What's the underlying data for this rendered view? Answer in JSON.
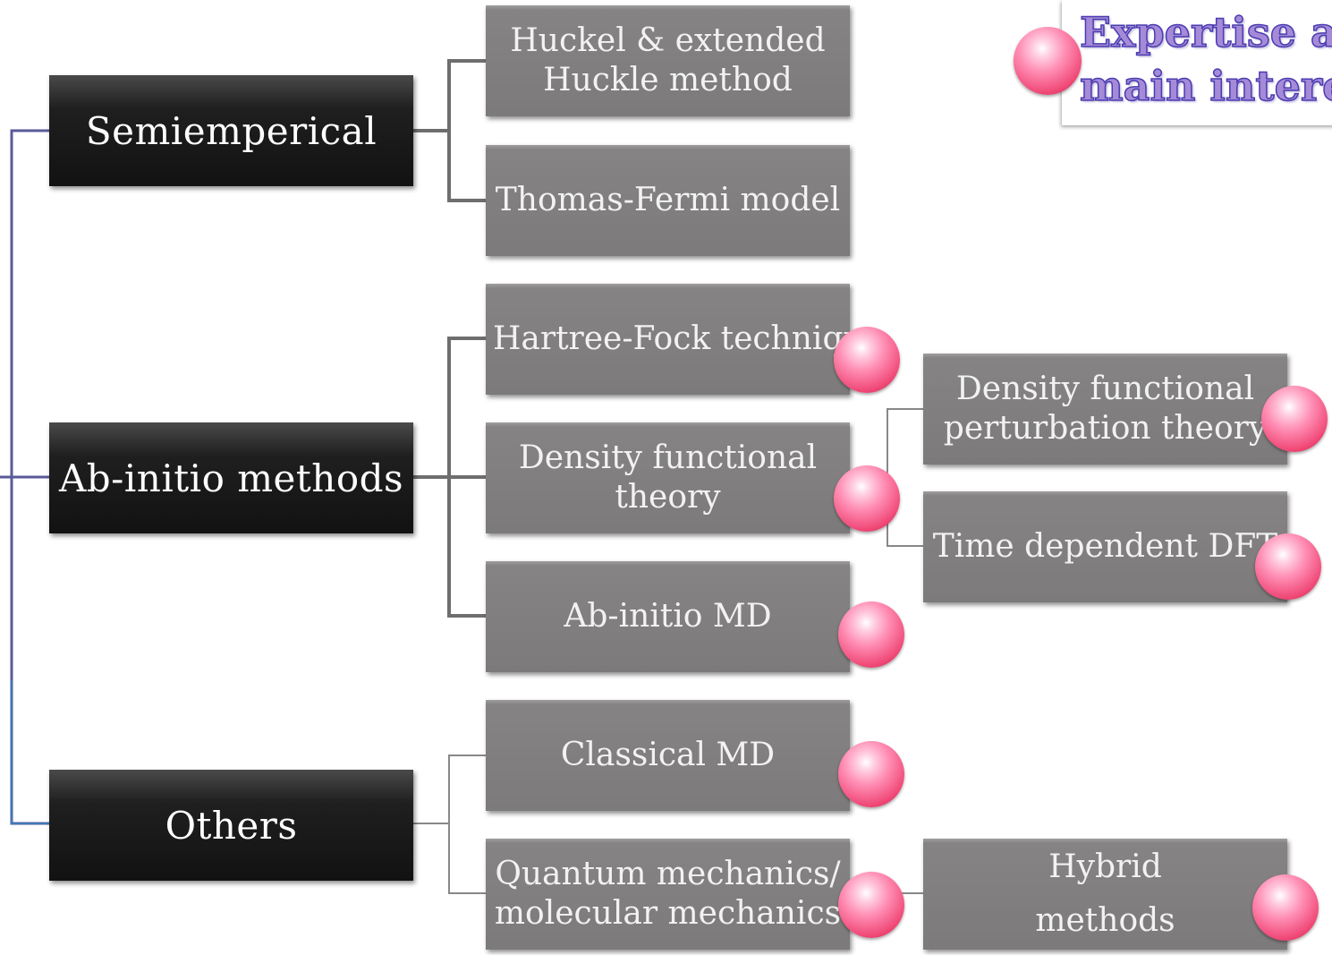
{
  "title": {
    "line1": "Expertise an",
    "line2": "main interes"
  },
  "categories": {
    "semiemperical": "Semiemperical",
    "abinitio": "Ab-initio methods",
    "others": "Others"
  },
  "methods": {
    "huckel": {
      "line1": "Huckel & extended",
      "line2": "Huckle method"
    },
    "thomas_fermi": "Thomas-Fermi model",
    "hartree_fock": "Hartree-Fock technique",
    "dft": {
      "line1": "Density functional",
      "line2": "theory"
    },
    "abinitio_md": "Ab-initio MD",
    "classical_md": "Classical MD",
    "qmmm": {
      "line1": "Quantum mechanics/",
      "line2": "molecular mechanics"
    },
    "dfpt": {
      "line1": "Density functional",
      "line2": "perturbation theory"
    },
    "tddft": "Time dependent DFT",
    "hybrid": {
      "line1": "Hybrid",
      "line2": "methods"
    }
  },
  "colors": {
    "dark_box": "#1a1a1a",
    "gray_box": "#7c7a7a",
    "connector_main": "#5a5a9a",
    "connector_others": "#3f78b8",
    "connector_gray": "#6e6e6e",
    "marker": "#f04a78"
  }
}
